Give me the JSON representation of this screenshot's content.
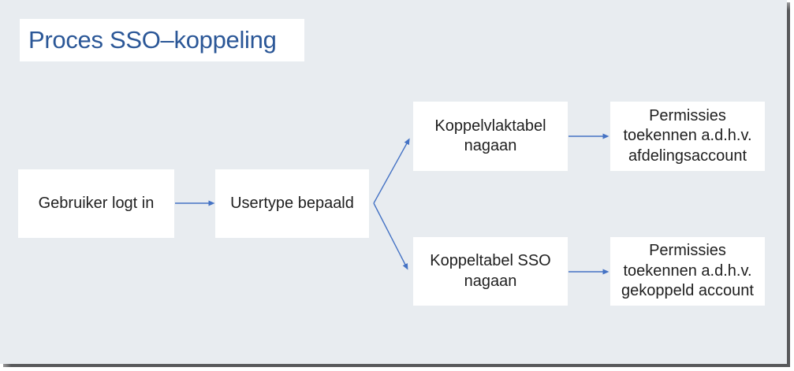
{
  "title": "Proces SSO–koppeling",
  "colors": {
    "slide_background": "#E8ECF0",
    "box_fill": "#FFFFFF",
    "title_text": "#2B5797",
    "node_text": "#1F1F1F",
    "arrow": "#4472C4",
    "slide_shadow": "#58595B"
  },
  "diagram": {
    "nodes": [
      {
        "id": "gebruiker-logt-in",
        "label": "Gebruiker logt in"
      },
      {
        "id": "usertype-bepaald",
        "label": "Usertype bepaald"
      },
      {
        "id": "koppelvlaktabel-nagaan",
        "label": "Koppelvlaktabel\nnagaan"
      },
      {
        "id": "permissies-afdelingsaccount",
        "label": "Permissies\ntoekennen a.d.h.v.\nafdelingsaccount"
      },
      {
        "id": "koppeltabel-sso-nagaan",
        "label": "Koppeltabel SSO\nnagaan"
      },
      {
        "id": "permissies-gekoppeld-account",
        "label": "Permissies\ntoekennen a.d.h.v.\ngekoppeld account"
      }
    ],
    "edges": [
      {
        "from": "gebruiker-logt-in",
        "to": "usertype-bepaald"
      },
      {
        "from": "usertype-bepaald",
        "to": "koppelvlaktabel-nagaan"
      },
      {
        "from": "usertype-bepaald",
        "to": "koppeltabel-sso-nagaan"
      },
      {
        "from": "koppelvlaktabel-nagaan",
        "to": "permissies-afdelingsaccount"
      },
      {
        "from": "koppeltabel-sso-nagaan",
        "to": "permissies-gekoppeld-account"
      }
    ]
  }
}
